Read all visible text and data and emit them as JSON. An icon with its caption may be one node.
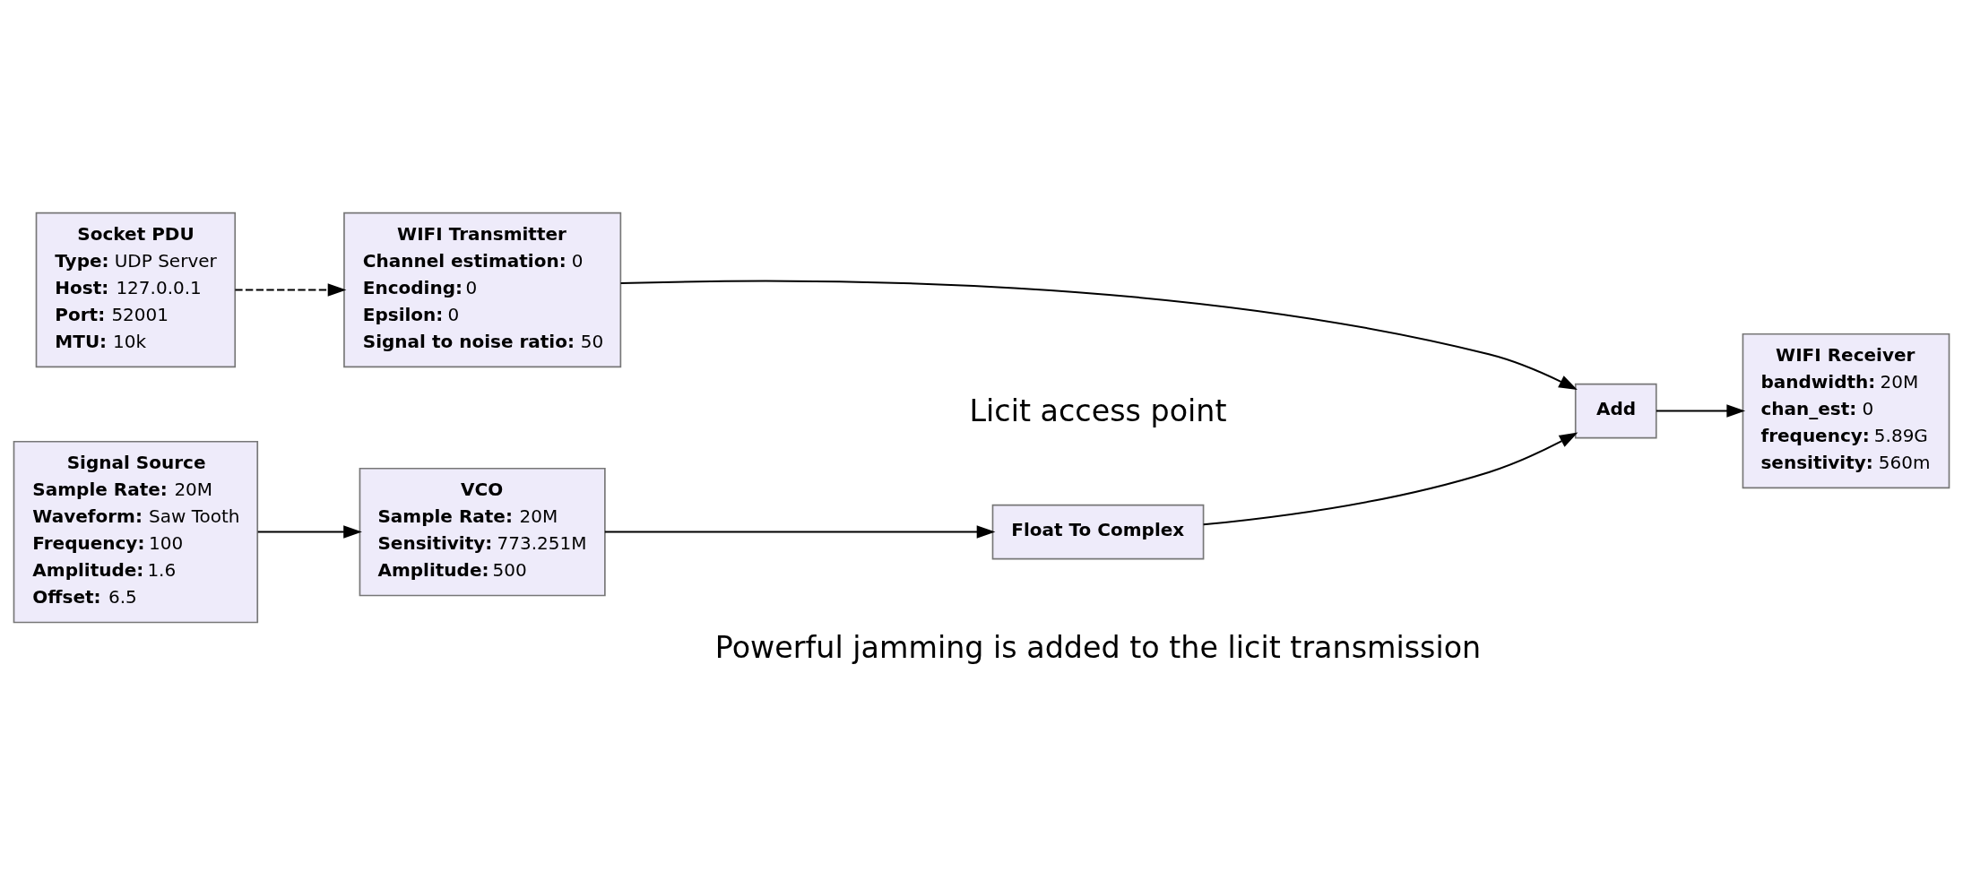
{
  "diagram": {
    "nodes": [
      {
        "text": [
          "Socket PDU",
          "**Type:** UDP Server",
          "**Host:** 127.0.0.1",
          "**Port:** 52001",
          "**MTU:** 10k"
        ]
      },
      {
        "text": [
          "WIFI Transmitter",
          "**Channel estimation:** 0",
          "**Encoding:** 0",
          "**Epsilon:** 0",
          "**Signal to noise ratio:** 50"
        ]
      },
      {
        "text": [
          "Add"
        ]
      },
      {
        "text": [
          "WIFI Receiver",
          "**bandwidth:** 20M",
          "**chan_est:** 0",
          "**frequency:** 5.89G",
          "**sensitivity:** 560m"
        ]
      },
      {
        "text": [
          "Signal Source",
          "**Sample Rate:** 20M",
          "**Waveform:** Saw Tooth",
          "**Frequency:** 100",
          "**Amplitude:** 1.6",
          "**Offset:** 6.5"
        ]
      },
      {
        "text": [
          "VCO",
          "**Sample Rate:** 20M",
          "**Sensitivity:** 773.251M",
          "**Amplitude:** 500"
        ]
      },
      {
        "text": [
          "Float To Complex"
        ]
      }
    ],
    "edges": [
      {
        "from": 0,
        "to": 1,
        "arrow": "to",
        "style": "dashed"
      },
      {
        "from": 1,
        "to": 2,
        "arrow": "to"
      },
      {
        "from": 2,
        "to": 3,
        "arrow": "to"
      },
      {
        "from": 4,
        "to": 5,
        "arrow": "to"
      },
      {
        "from": 5,
        "to": 6,
        "arrow": "to"
      },
      {
        "from": 6,
        "to": 2,
        "arrow": "to"
      }
    ],
    "labels": [
      "Licit access point",
      "Powerful jamming is added to the licit transmission"
    ]
  }
}
